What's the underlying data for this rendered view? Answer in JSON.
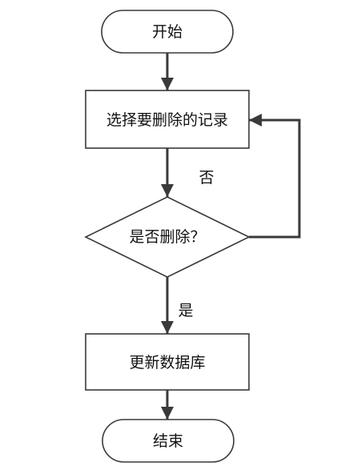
{
  "nodes": {
    "start": "开始",
    "select": "选择要删除的记录",
    "decision": "是否删除？",
    "update": "更新数据库",
    "end": "结束"
  },
  "edges": {
    "no": "否",
    "yes": "是"
  },
  "colors": {
    "stroke": "#3a3a3a",
    "fill": "#ffffff",
    "text": "#111111"
  }
}
